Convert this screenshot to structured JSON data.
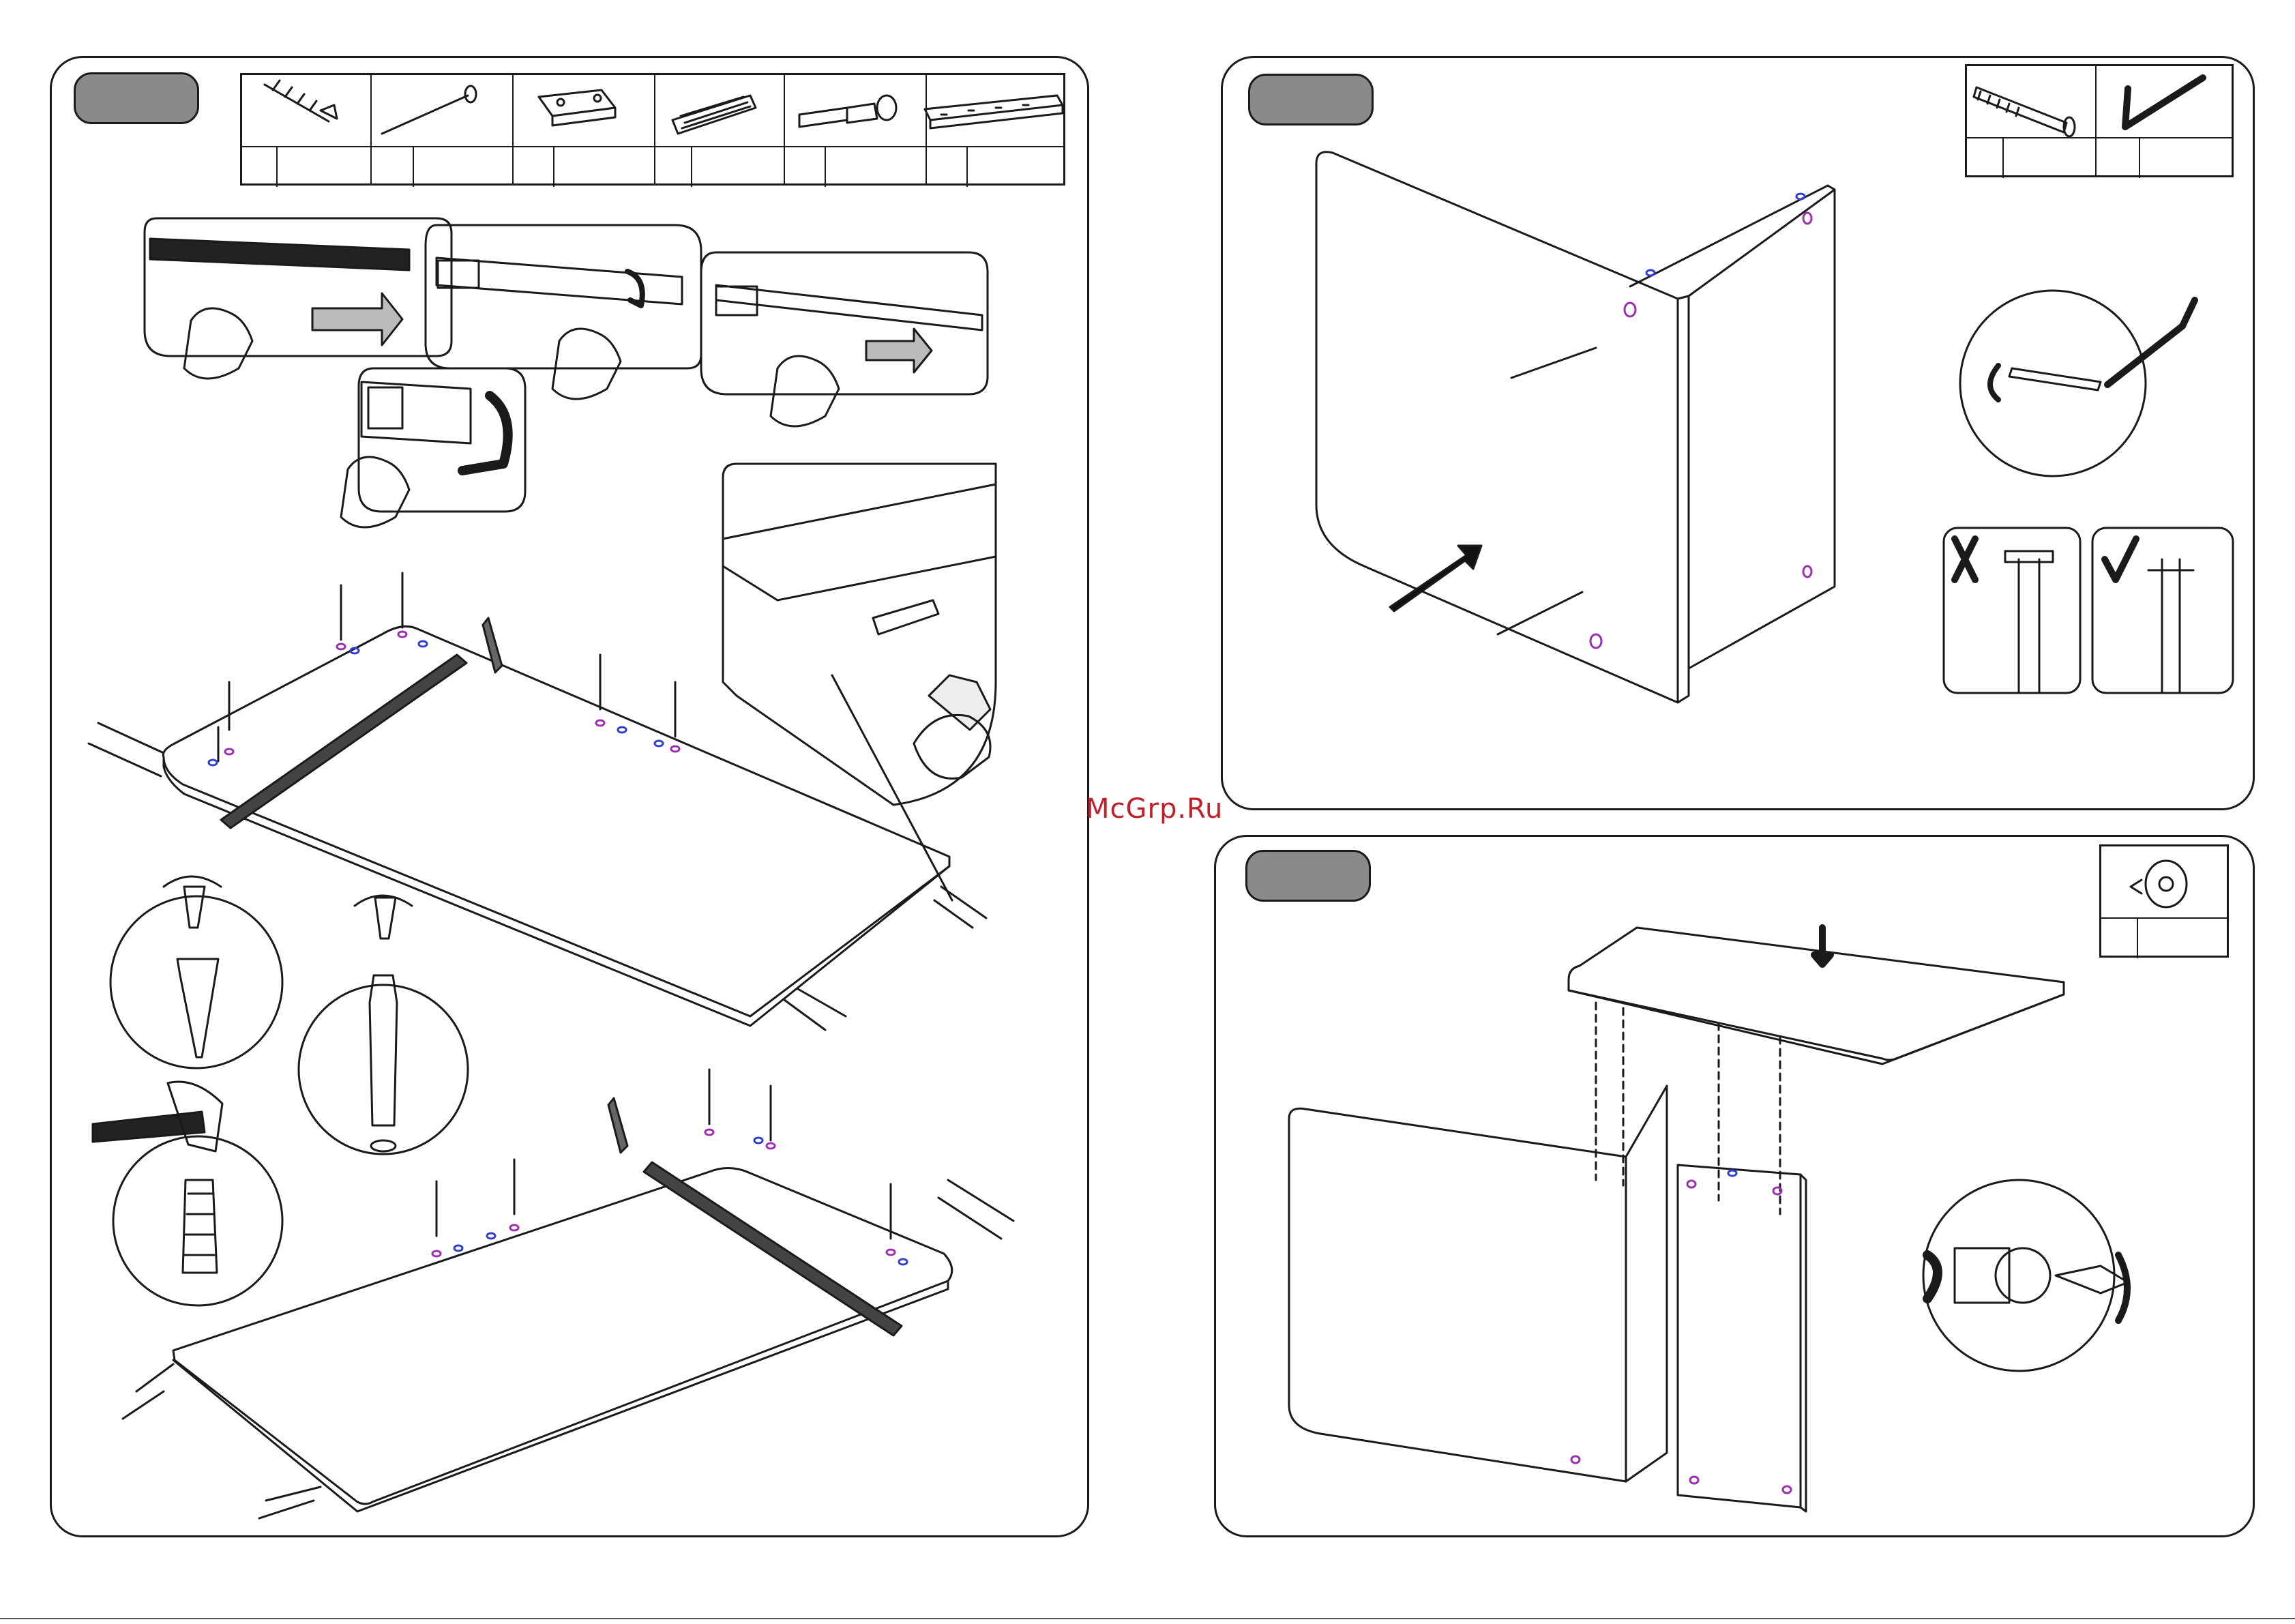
{
  "watermark": {
    "text": "McGrp.Ru",
    "color": "#c0202a"
  },
  "panels": [
    {
      "name": "step-panel-left",
      "parts": [
        "screw-icon",
        "nail-icon",
        "drawer-stop-icon",
        "wooden-dowel-icon",
        "cam-bolt-icon",
        "drawer-runner-icon"
      ]
    },
    {
      "name": "step-panel-top-right",
      "parts": [
        "confirmat-screw-icon",
        "hex-key-icon"
      ]
    },
    {
      "name": "step-panel-bottom-right",
      "parts": [
        "cam-lock-icon"
      ]
    }
  ],
  "colors": {
    "badge": "#8a8a8a",
    "line": "#1a1a1a",
    "marker-purple": "#9b2fae",
    "marker-blue": "#2f3ecf"
  }
}
